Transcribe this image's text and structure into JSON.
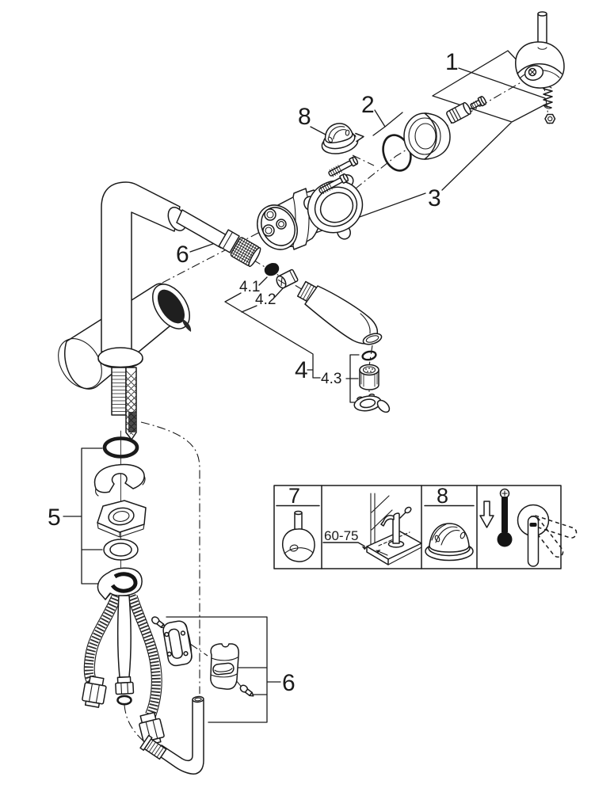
{
  "diagram": {
    "kind": "exploded-parts-diagram",
    "subject": "pull-out kitchen mixer faucet",
    "colors": {
      "line": "#1a1a1a",
      "background": "#ffffff",
      "fill_dark": "#141414"
    },
    "callouts": {
      "c1": "1",
      "c2": "2",
      "c3": "3",
      "c4": "4",
      "c4_1": "4.1",
      "c4_2": "4.2",
      "c4_3": "4.3",
      "c5": "5",
      "c6_spout": "6",
      "c6_weight": "6",
      "c8_top": "8"
    },
    "inset": {
      "ref7": "7",
      "ref8": "8",
      "dimension_mm": "60-75"
    }
  }
}
